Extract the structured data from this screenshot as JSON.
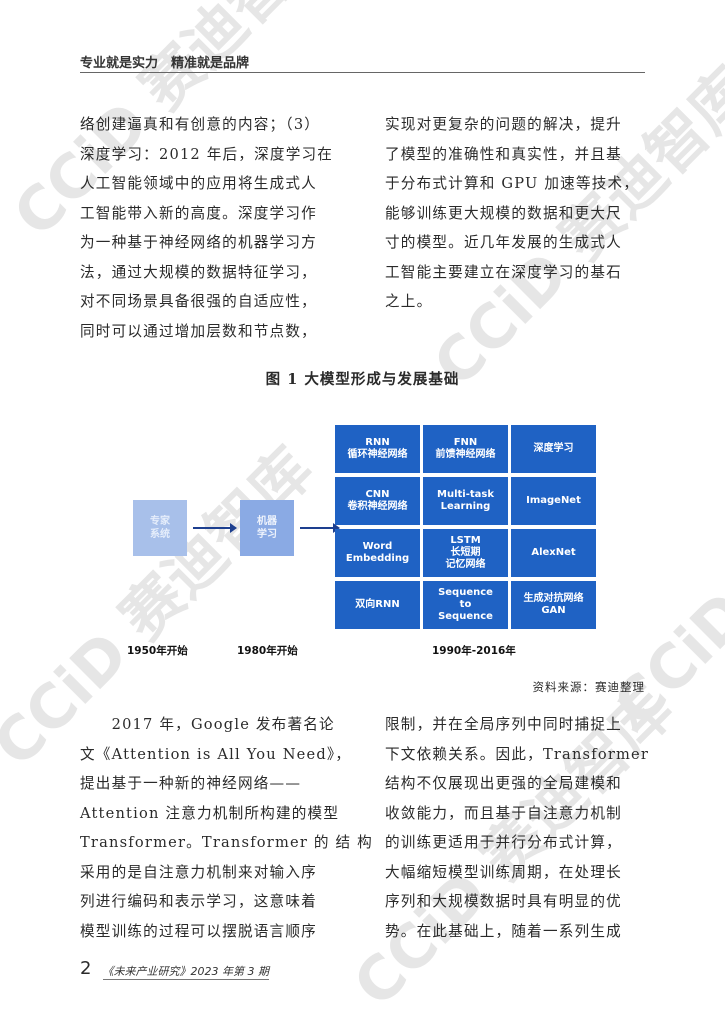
{
  "header": {
    "slogan": "专业就是实力　精准就是品牌"
  },
  "body_top": {
    "left_lines": [
      "络创建逼真和有创意的内容；（3）",
      "深度学习：2012 年后，深度学习在",
      "人工智能领域中的应用将生成式人",
      "工智能带入新的高度。深度学习作",
      "为一种基于神经网络的机器学习方",
      "法，通过大规模的数据特征学习，",
      "对不同场景具备很强的自适应性，",
      "同时可以通过增加层数和节点数，"
    ],
    "right_lines": [
      "实现对更复杂的问题的解决，提升",
      "了模型的准确性和真实性，并且基",
      "于分布式计算和 GPU 加速等技术，",
      "能够训练更大规模的数据和更大尺",
      "寸的模型。近几年发展的生成式人",
      "工智能主要建立在深度学习的基石",
      "之上。"
    ]
  },
  "figure": {
    "caption": "图 1  大模型形成与发展基础",
    "early_boxes": [
      {
        "label": "专家\n系统",
        "era": "1950年开始"
      },
      {
        "label": "机器\n学习",
        "era": "1980年开始"
      }
    ],
    "grid_era": "1990年-2016年",
    "grid_cells": [
      [
        "RNN",
        "循环神经网络"
      ],
      [
        "FNN",
        "前馈神经网络"
      ],
      [
        "深度学习"
      ],
      [
        "CNN",
        "卷积神经网络"
      ],
      [
        "Multi-task",
        "Learning"
      ],
      [
        "ImageNet"
      ],
      [
        "Word",
        "Embedding"
      ],
      [
        "LSTM",
        "长短期",
        "记忆网络"
      ],
      [
        "AlexNet"
      ],
      [
        "双向RNN"
      ],
      [
        "Sequence",
        "to",
        "Sequence"
      ],
      [
        "生成对抗网络",
        "GAN"
      ]
    ],
    "colors": {
      "cell": "#1f62c4",
      "arrow": "#1d3f8f",
      "box1": "#a8c0ea",
      "box2": "#8aaae4"
    },
    "source": "资料来源：赛迪整理"
  },
  "body_bottom": {
    "left_lines": [
      "　　2017 年，Google 发布著名论",
      "文《Attention is All You Need》，",
      "提出基于一种新的神经网络——",
      "Attention 注意力机制所构建的模型",
      "Transformer。Transformer 的 结 构",
      "采用的是自注意力机制来对输入序",
      "列进行编码和表示学习，这意味着",
      "模型训练的过程可以摆脱语言顺序"
    ],
    "right_lines": [
      "限制，并在全局序列中同时捕捉上",
      "下文依赖关系。因此，Transformer",
      "结构不仅展现出更强的全局建模和",
      "收敛能力，而且基于自注意力机制",
      "的训练更适用于并行分布式计算，",
      "大幅缩短模型训练周期，在处理长",
      "序列和大规模数据时具有明显的优",
      "势。在此基础上，随着一系列生成"
    ]
  },
  "footer": {
    "page_number": "2",
    "journal": "《未来产业研究》2023 年第 3 期"
  },
  "watermarks": [
    "CCiD 赛迪智库"
  ]
}
